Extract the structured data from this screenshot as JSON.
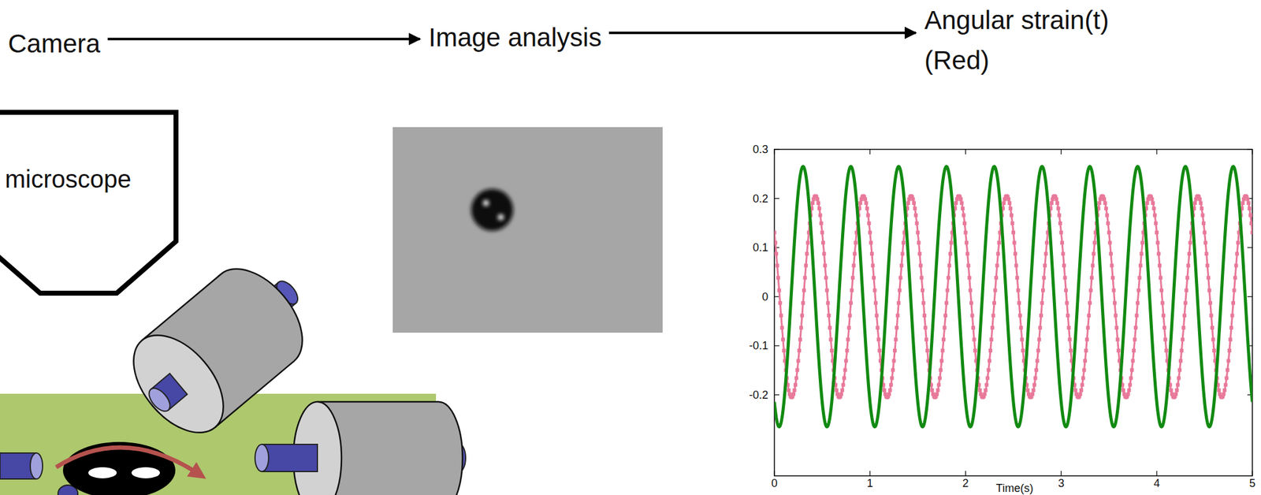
{
  "diagram": {
    "nodes": [
      {
        "text": [
          "Camera"
        ]
      },
      {
        "text": [
          "Image analysis"
        ]
      },
      {
        "text": [
          "Angular strain(t) (Red)"
        ]
      },
      {
        "text": [
          "microscope"
        ]
      }
    ],
    "edges": [
      {
        "from": 0,
        "to": 1,
        "arrow": "to"
      },
      {
        "from": 1,
        "to": 2,
        "arrow": "to"
      }
    ],
    "labels": [
      "0.3",
      "0.2",
      "0.1",
      "0",
      "-0.1",
      "-0.2",
      "0",
      "1",
      "2",
      "3",
      "4",
      "5",
      "Time(s)"
    ]
  }
}
